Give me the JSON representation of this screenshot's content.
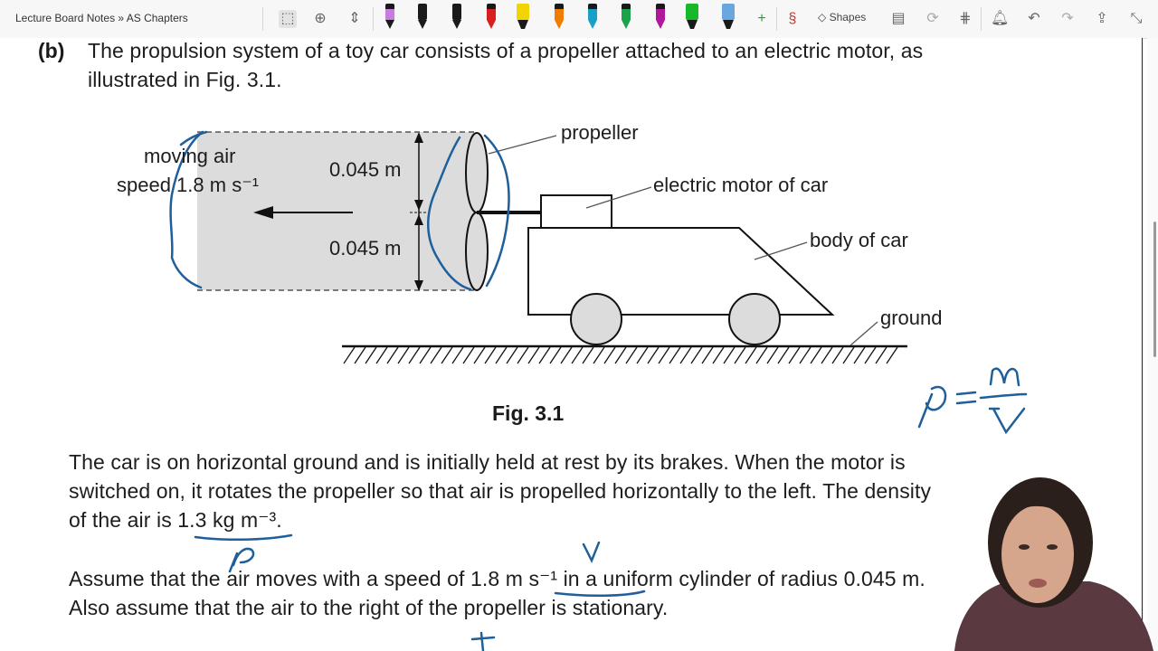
{
  "toolbar": {
    "breadcrumb": "Lecture Board Notes » AS Chapters",
    "shapes_label": "Shapes",
    "pen_colors": [
      "#c77dde",
      "#111111",
      "#111111",
      "#d61f1f",
      "#f2d400",
      "#ef7d00",
      "#18a0c8",
      "#1aa34a",
      "#b0179a",
      "#19b828",
      "#6aa7e0"
    ]
  },
  "question": {
    "part_label": "(b)",
    "intro_line1": "The propulsion system of a toy car consists of a propeller attached to an electric motor, as",
    "intro_line2": "illustrated in Fig. 3.1.",
    "para1_line1": "The car is on horizontal ground and is initially held at rest by its brakes. When the motor is",
    "para1_line2": "switched on, it rotates the propeller so that air is propelled horizontally to the left. The density",
    "para1_line3": "of the air is 1.3 kg m⁻³.",
    "para2_line1": "Assume that the air moves with a speed of 1.8 m s⁻¹ in a uniform cylinder of radius 0.045 m.",
    "para2_line2": "Also assume that the air to the right of the propeller is stationary."
  },
  "figure": {
    "caption": "Fig. 3.1",
    "label_moving_air": "moving air",
    "label_speed": "speed 1.8 m s⁻¹",
    "label_radius_top": "0.045 m",
    "label_radius_bottom": "0.045 m",
    "label_propeller": "propeller",
    "label_motor": "electric motor of car",
    "label_body": "body of car",
    "label_ground": "ground"
  },
  "annotations": {
    "formula": "ρ = m / V",
    "rho_mark": "ρ",
    "v_mark": "v",
    "t_mark": "t",
    "ink_color": "#1f5f9a"
  }
}
